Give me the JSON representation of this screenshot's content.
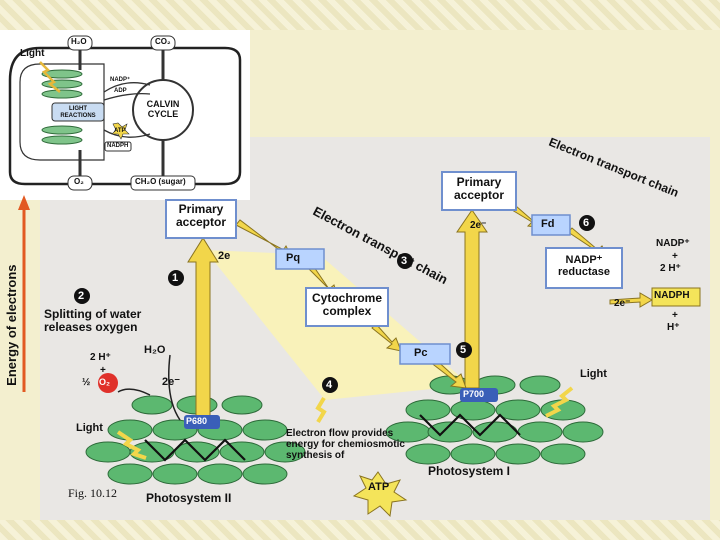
{
  "overview": {
    "light": "Light",
    "h2o": "H₂O",
    "co2": "CO₂",
    "nadp_plus": "NADP⁺",
    "adp": "ADP",
    "light_reactions": "LIGHT REACTIONS",
    "calvin_cycle": "CALVIN CYCLE",
    "atp": "ATP",
    "nadph": "NADPH",
    "o2": "O₂",
    "sugar": "CH₂O (sugar)"
  },
  "axis": {
    "label": "Energy of electrons"
  },
  "ps2": {
    "primary_acceptor": "Primary acceptor",
    "two_e": "2e",
    "step1": "1",
    "step2": "2",
    "splitting": "Splitting of water releases oxygen",
    "h_plus": "2 H⁺",
    "plus": "+",
    "half": "½",
    "o2": "O₂",
    "h2o": "H₂O",
    "two_e_minus": "2e⁻",
    "light": "Light",
    "p680": "P680",
    "name": "Photosystem II"
  },
  "etc1": {
    "label": "Electron transport chain",
    "pq": "Pq",
    "step3": "3",
    "cytochrome": "Cytochrome complex",
    "pc": "Pc",
    "step4": "4",
    "flow_text": "Electron flow provides energy for chemiosmotic synthesis of",
    "atp": "ATP"
  },
  "ps1": {
    "primary_acceptor": "Primary acceptor",
    "two_e_minus": "2e⁻",
    "step5": "5",
    "light": "Light",
    "p700": "P700",
    "name": "Photosystem I"
  },
  "etc2": {
    "label": "Electron transport chain",
    "fd": "Fd",
    "step6": "6",
    "nadp_reductase": "NADP⁺ reductase",
    "nadp_plus": "NADP⁺",
    "plus": "+",
    "two_h": "2 H⁺",
    "two_e": "2e⁻",
    "nadph": "NADPH",
    "h_plus": "H⁺"
  },
  "caption": "Fig. 10.12",
  "colors": {
    "arrow_yellow": "#f2d64a",
    "green": "#5cb870",
    "box_blue": "#6f8fce",
    "label_blue": "#b9d4ff",
    "nadph_yellow": "#f4e45a",
    "axis_red": "#e25a22"
  }
}
